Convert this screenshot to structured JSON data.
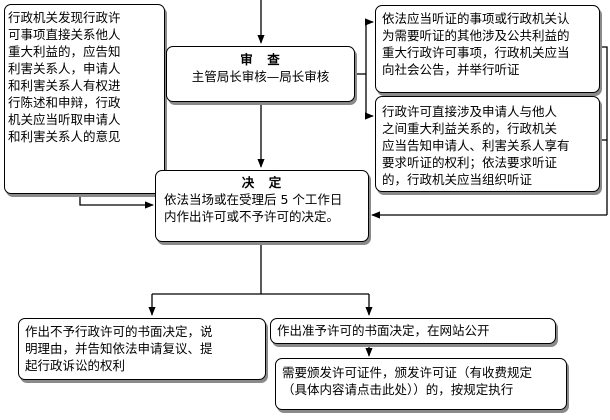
{
  "left_box": {
    "lines": [
      "行政机关发现行政许",
      "可事项直接关系他人",
      "重大利益的，应告知",
      "利害关系人，申请人",
      "和利害关系人有权进",
      "行陈述和申辩，行政",
      "机关应当听取申请人",
      "和利害关系人的意见"
    ]
  },
  "review_box": {
    "title": "审　查",
    "subtitle": "主管局长审核—局长审核"
  },
  "hearing_box_1": {
    "lines": [
      "依法应当听证的事项或行政机关认",
      "为需要听证的其他涉及公共利益的",
      "重大行政许可事项，行政机关应当",
      "向社会公告，并举行听证"
    ]
  },
  "hearing_box_2": {
    "lines": [
      "行政许可直接涉及申请人与他人",
      "之间重大利益关系的，行政机关",
      "应当告知申请人、利害关系人享有",
      "要求听证的权利；依法要求听证",
      "的，行政机关应当组织听证"
    ]
  },
  "decision_box": {
    "title": "决　定",
    "lines": [
      "依法当场或在受理后 5 个工作日",
      "内作出许可或不予许可的决定。"
    ]
  },
  "deny_box": {
    "lines": [
      "作出不予行政许可的书面决定，说",
      "明理由，并告知依法申请复议、提",
      "起行政诉讼的权利"
    ]
  },
  "grant_box": {
    "text": "作出准予许可的书面决定，在网站公开"
  },
  "issue_box": {
    "lines": [
      "需要颁发许可证件，颁发许可证（有收费规定",
      "（具体内容请点击此处））的，按规定执行"
    ]
  }
}
